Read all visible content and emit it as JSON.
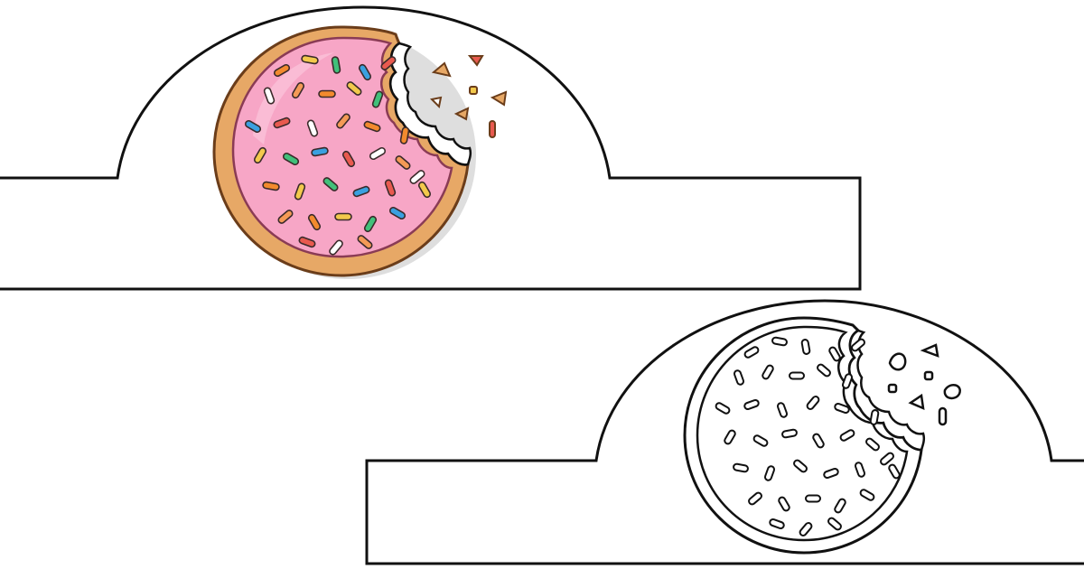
{
  "colors": {
    "outline": "#111111",
    "background": "#ffffff",
    "dough": "#e7a866",
    "dough_dark": "#c98a4b",
    "icing": "#f7a6c6",
    "icing_light": "#fbc6db",
    "shadow": "#dddddd",
    "sprinkles": [
      "#f28a2e",
      "#f2c94c",
      "#41c07a",
      "#3aa0e0",
      "#e85a4f",
      "#ffffff",
      "#f49a56"
    ]
  },
  "templates": [
    {
      "name": "color-donut-crown",
      "variant": "color"
    },
    {
      "name": "outline-donut-crown",
      "variant": "outline"
    }
  ],
  "icons": [
    "donut-icon",
    "bitten-donut-icon"
  ]
}
